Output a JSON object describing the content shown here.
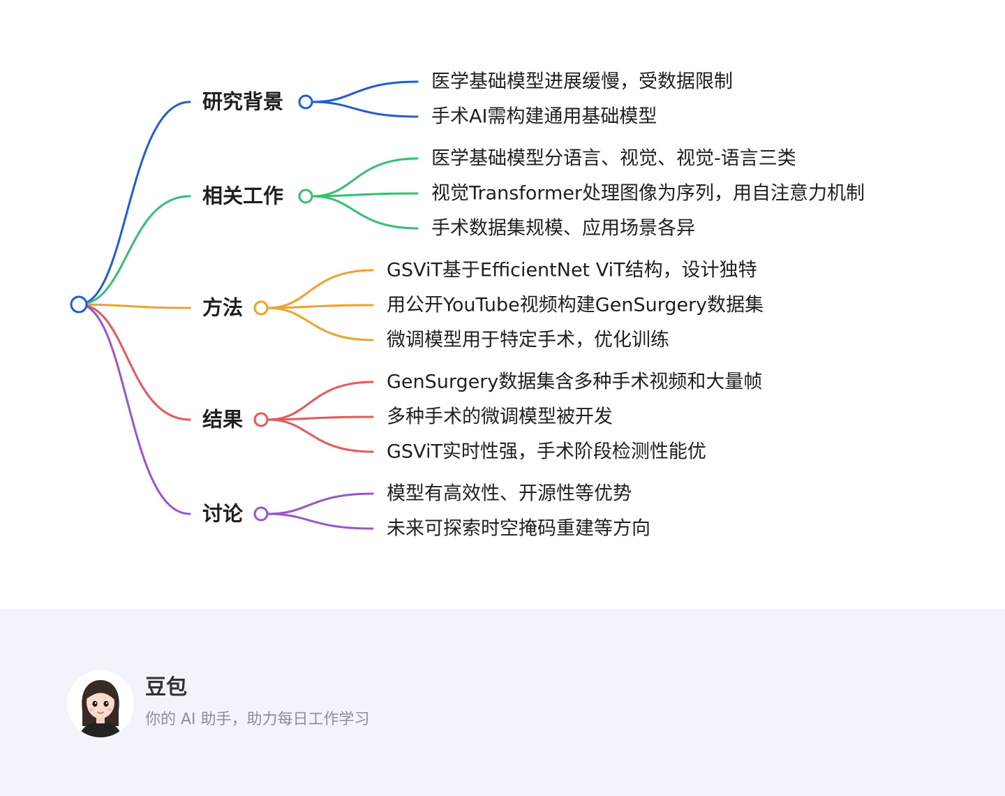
{
  "mindmap": {
    "colors": {
      "root": "#1a5ce6",
      "branches": [
        "#1a5ce6",
        "#2ec46e",
        "#f5a020",
        "#ef5557",
        "#9a52db"
      ]
    },
    "branches": [
      {
        "label": "研究背景",
        "leaves": [
          "医学基础模型进展缓慢，受数据限制",
          "手术AI需构建通用基础模型"
        ]
      },
      {
        "label": "相关工作",
        "leaves": [
          "医学基础模型分语言、视觉、视觉-语言三类",
          "视觉Transformer处理图像为序列，用自注意力机制",
          "手术数据集规模、应用场景各异"
        ]
      },
      {
        "label": "方法",
        "leaves": [
          "GSViT基于EfficientNet ViT结构，设计独特",
          "用公开YouTube视频构建GenSurgery数据集",
          "微调模型用于特定手术，优化训练"
        ]
      },
      {
        "label": "结果",
        "leaves": [
          "GenSurgery数据集含多种手术视频和大量帧",
          "多种手术的微调模型被开发",
          "GSViT实时性强，手术阶段检测性能优"
        ]
      },
      {
        "label": "讨论",
        "leaves": [
          "模型有高效性、开源性等优势",
          "未来可探索时空掩码重建等方向"
        ]
      }
    ]
  },
  "footer": {
    "name": "豆包",
    "tagline": "你的 AI 助手，助力每日工作学习",
    "avatar_icon": "woman-avatar-icon"
  }
}
